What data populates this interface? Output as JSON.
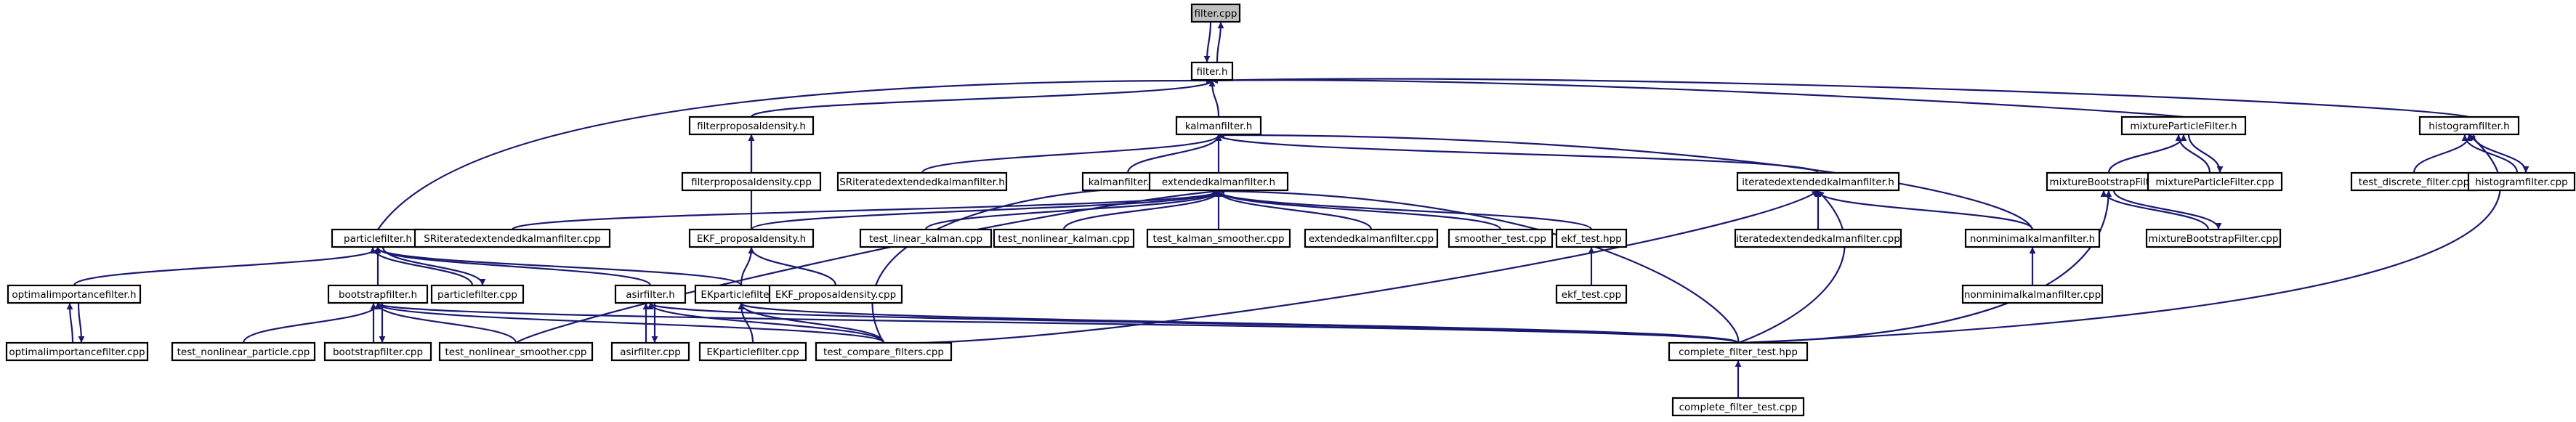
{
  "colors": {
    "edge": "#191970",
    "root_fill": "#bfbfbf",
    "node_fill": "#ffffff",
    "node_border": "#000000"
  },
  "nodes": [
    {
      "id": "filter_cpp",
      "label": "filter.cpp",
      "root": true
    },
    {
      "id": "filter_h",
      "label": "filter.h"
    },
    {
      "id": "fpd_h",
      "label": "filterproposaldensity.h"
    },
    {
      "id": "kf_h",
      "label": "kalmanfilter.h"
    },
    {
      "id": "mpf_h",
      "label": "mixtureParticleFilter.h"
    },
    {
      "id": "hf_h",
      "label": "histogramfilter.h"
    },
    {
      "id": "fpd_cpp",
      "label": "filterproposaldensity.cpp"
    },
    {
      "id": "sriekf_h",
      "label": "SRiteratedextendedkalmanfilter.h"
    },
    {
      "id": "kf_cpp",
      "label": "kalmanfilter.cpp"
    },
    {
      "id": "ekf_h",
      "label": "extendedkalmanfilter.h"
    },
    {
      "id": "iekf_h",
      "label": "iteratedextendedkalmanfilter.h"
    },
    {
      "id": "mbf_h",
      "label": "mixtureBootstrapFilter.h"
    },
    {
      "id": "mpf_cpp",
      "label": "mixtureParticleFilter.cpp"
    },
    {
      "id": "tdf_cpp",
      "label": "test_discrete_filter.cpp"
    },
    {
      "id": "hf_cpp",
      "label": "histogramfilter.cpp"
    },
    {
      "id": "pf_h",
      "label": "particlefilter.h"
    },
    {
      "id": "sriekf_cpp",
      "label": "SRiteratedextendedkalmanfilter.cpp"
    },
    {
      "id": "ekfpd_h",
      "label": "EKF_proposaldensity.h"
    },
    {
      "id": "tlk_cpp",
      "label": "test_linear_kalman.cpp"
    },
    {
      "id": "tnk_cpp",
      "label": "test_nonlinear_kalman.cpp"
    },
    {
      "id": "tks_cpp",
      "label": "test_kalman_smoother.cpp"
    },
    {
      "id": "ekf_cpp",
      "label": "extendedkalmanfilter.cpp"
    },
    {
      "id": "st_cpp",
      "label": "smoother_test.cpp"
    },
    {
      "id": "ekft_hpp",
      "label": "ekf_test.hpp"
    },
    {
      "id": "iekf_cpp",
      "label": "iteratedextendedkalmanfilter.cpp"
    },
    {
      "id": "nmkf_h",
      "label": "nonminimalkalmanfilter.h"
    },
    {
      "id": "mbf_cpp",
      "label": "mixtureBootstrapFilter.cpp"
    },
    {
      "id": "oif_h",
      "label": "optimalimportancefilter.h"
    },
    {
      "id": "bf_h",
      "label": "bootstrapfilter.h"
    },
    {
      "id": "pf_cpp",
      "label": "particlefilter.cpp"
    },
    {
      "id": "asir_h",
      "label": "asirfilter.h"
    },
    {
      "id": "ekfpf_h",
      "label": "EKparticlefilter.h"
    },
    {
      "id": "ekfpd_cpp",
      "label": "EKF_proposaldensity.cpp"
    },
    {
      "id": "ekft_cpp",
      "label": "ekf_test.cpp"
    },
    {
      "id": "nmkf_cpp",
      "label": "nonminimalkalmanfilter.cpp"
    },
    {
      "id": "oif_cpp",
      "label": "optimalimportancefilter.cpp"
    },
    {
      "id": "tnp_cpp",
      "label": "test_nonlinear_particle.cpp"
    },
    {
      "id": "bf_cpp",
      "label": "bootstrapfilter.cpp"
    },
    {
      "id": "tns_cpp",
      "label": "test_nonlinear_smoother.cpp"
    },
    {
      "id": "asir_cpp",
      "label": "asirfilter.cpp"
    },
    {
      "id": "ekfpf_cpp",
      "label": "EKparticlefilter.cpp"
    },
    {
      "id": "tcf_cpp",
      "label": "test_compare_filters.cpp"
    },
    {
      "id": "cft_hpp",
      "label": "complete_filter_test.hpp"
    },
    {
      "id": "cft_cpp",
      "label": "complete_filter_test.cpp"
    }
  ],
  "edges": [
    [
      "filter_cpp",
      "filter_h"
    ],
    [
      "filter_h",
      "filter_cpp"
    ],
    [
      "fpd_h",
      "filter_h"
    ],
    [
      "kf_h",
      "filter_h"
    ],
    [
      "mpf_h",
      "filter_h"
    ],
    [
      "hf_h",
      "filter_h"
    ],
    [
      "pf_h",
      "filter_h"
    ],
    [
      "fpd_cpp",
      "fpd_h"
    ],
    [
      "ekfpd_h",
      "fpd_h"
    ],
    [
      "sriekf_h",
      "kf_h"
    ],
    [
      "kf_cpp",
      "kf_h"
    ],
    [
      "ekf_h",
      "kf_h"
    ],
    [
      "iekf_h",
      "kf_h"
    ],
    [
      "nmkf_h",
      "kf_h"
    ],
    [
      "mbf_h",
      "mpf_h"
    ],
    [
      "mpf_cpp",
      "mpf_h"
    ],
    [
      "mpf_h",
      "mpf_cpp"
    ],
    [
      "tdf_cpp",
      "hf_h"
    ],
    [
      "hf_cpp",
      "hf_h"
    ],
    [
      "hf_h",
      "hf_cpp"
    ],
    [
      "cft_hpp",
      "hf_h"
    ],
    [
      "sriekf_cpp",
      "ekf_h"
    ],
    [
      "ekfpd_h",
      "ekf_h"
    ],
    [
      "tlk_cpp",
      "ekf_h"
    ],
    [
      "tnk_cpp",
      "ekf_h"
    ],
    [
      "tks_cpp",
      "ekf_h"
    ],
    [
      "ekf_cpp",
      "ekf_h"
    ],
    [
      "st_cpp",
      "ekf_h"
    ],
    [
      "ekft_hpp",
      "ekf_h"
    ],
    [
      "tns_cpp",
      "ekf_h"
    ],
    [
      "tcf_cpp",
      "ekf_h"
    ],
    [
      "cft_hpp",
      "ekf_h"
    ],
    [
      "iekf_cpp",
      "iekf_h"
    ],
    [
      "nmkf_h",
      "iekf_h"
    ],
    [
      "cft_hpp",
      "iekf_h"
    ],
    [
      "tcf_cpp",
      "iekf_h"
    ],
    [
      "mbf_cpp",
      "mbf_h"
    ],
    [
      "mbf_h",
      "mbf_cpp"
    ],
    [
      "cft_hpp",
      "mbf_h"
    ],
    [
      "oif_h",
      "pf_h"
    ],
    [
      "bf_h",
      "pf_h"
    ],
    [
      "pf_cpp",
      "pf_h"
    ],
    [
      "pf_h",
      "pf_cpp"
    ],
    [
      "asir_h",
      "pf_h"
    ],
    [
      "ekfpf_h",
      "pf_h"
    ],
    [
      "ekfpd_cpp",
      "ekfpd_h"
    ],
    [
      "ekfpf_h",
      "ekfpd_h"
    ],
    [
      "ekft_cpp",
      "ekft_hpp"
    ],
    [
      "nmkf_cpp",
      "nmkf_h"
    ],
    [
      "oif_cpp",
      "oif_h"
    ],
    [
      "oif_h",
      "oif_cpp"
    ],
    [
      "tnp_cpp",
      "bf_h"
    ],
    [
      "bf_cpp",
      "bf_h"
    ],
    [
      "bf_h",
      "bf_cpp"
    ],
    [
      "tns_cpp",
      "bf_h"
    ],
    [
      "tcf_cpp",
      "bf_h"
    ],
    [
      "cft_hpp",
      "bf_h"
    ],
    [
      "asir_cpp",
      "asir_h"
    ],
    [
      "asir_h",
      "asir_cpp"
    ],
    [
      "tcf_cpp",
      "asir_h"
    ],
    [
      "cft_hpp",
      "asir_h"
    ],
    [
      "ekfpf_cpp",
      "ekfpf_h"
    ],
    [
      "tcf_cpp",
      "ekfpf_h"
    ],
    [
      "cft_hpp",
      "ekfpf_h"
    ],
    [
      "cft_cpp",
      "cft_hpp"
    ]
  ]
}
